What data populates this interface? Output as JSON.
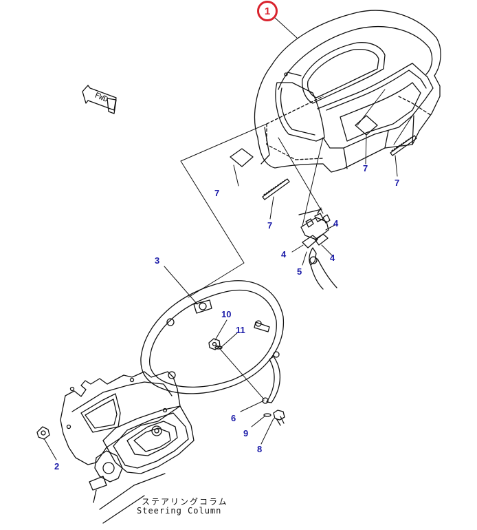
{
  "main_callout": "1",
  "fwd_label": "FWD",
  "callouts": {
    "c2": "2",
    "c3": "3",
    "c4a": "4",
    "c4b": "4",
    "c4c": "4",
    "c5": "5",
    "c6": "6",
    "c7a": "7",
    "c7b": "7",
    "c7c": "7",
    "c7d": "7",
    "c8": "8",
    "c9": "9",
    "c10": "10",
    "c11": "11"
  },
  "steering_column_jp": "ステアリングコラム",
  "steering_column_en": "Steering Column",
  "colors": {
    "callout_main": "#d9232d",
    "callout_number": "#1a1aa8",
    "line": "#111111"
  }
}
